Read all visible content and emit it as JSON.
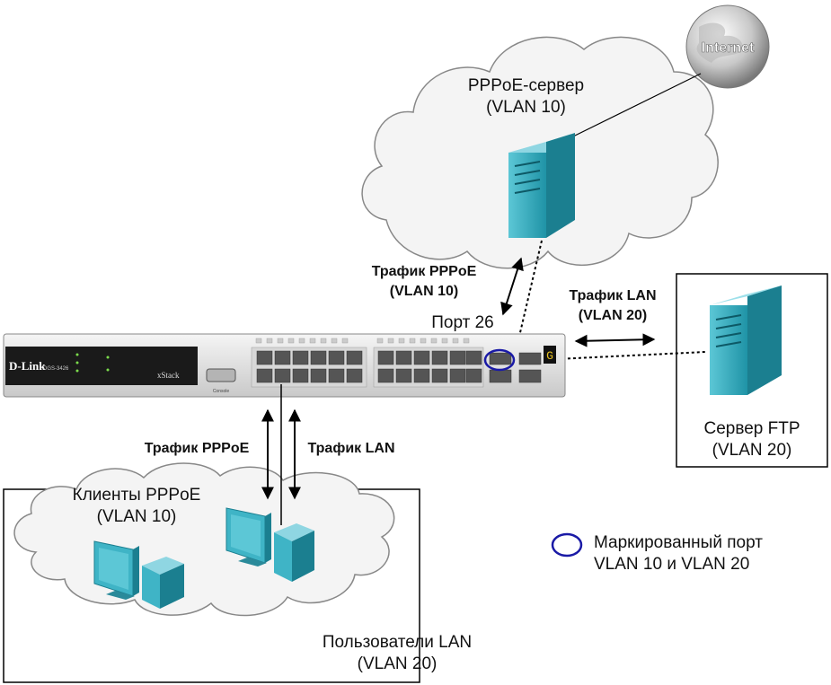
{
  "internet": {
    "label": "Internet"
  },
  "pppoe_server": {
    "title": "PPPoE-сервер",
    "vlan": "(VLAN 10)"
  },
  "ftp_server": {
    "title": "Сервер FTP",
    "vlan": "(VLAN 20)"
  },
  "pppoe_clients": {
    "title": "Клиенты PPPoE",
    "vlan": "(VLAN 10)"
  },
  "lan_users": {
    "title": "Пользователи LAN",
    "vlan": "(VLAN 20)"
  },
  "traffic": {
    "pppoe_top": {
      "line1": "Трафик PPPoE",
      "line2": "(VLAN 10)"
    },
    "lan_top": {
      "line1": "Трафик LAN",
      "line2": "(VLAN 20)"
    },
    "pppoe_bottom": "Трафик PPPoE",
    "lan_bottom": "Трафик LAN"
  },
  "port_label": "Порт 26",
  "switch": {
    "brand": "D-Link",
    "model": "DGS-3426",
    "xstack": "xStack",
    "console": "Console",
    "port_digit": "G"
  },
  "legend": {
    "line1": "Маркированный порт",
    "line2": "VLAN 10 и VLAN 20",
    "marker_color": "#1a1aa6"
  },
  "colors": {
    "server_teal": "#33aec0",
    "cloud": "#f4f4f4",
    "switch_body": "#e8e8e8",
    "switch_dark": "#1a1a1a"
  }
}
